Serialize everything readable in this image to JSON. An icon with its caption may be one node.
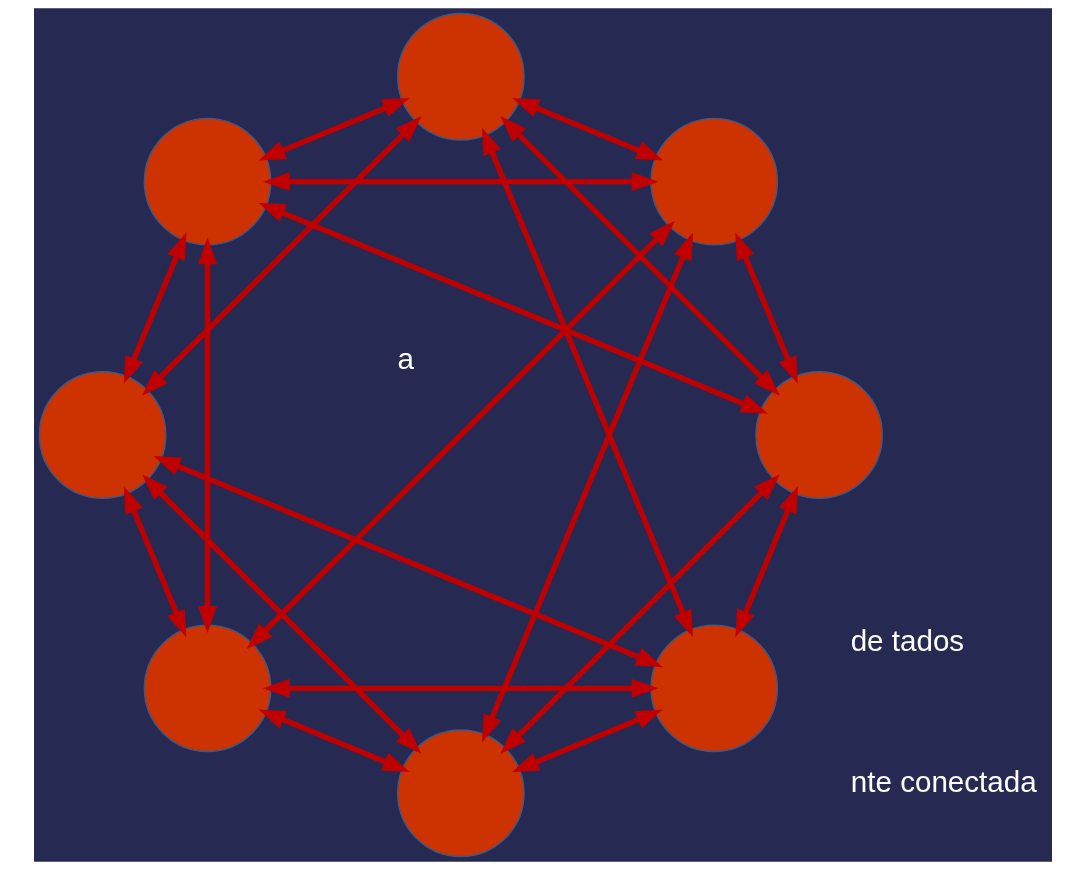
{
  "diagram": {
    "nodes": [
      {
        "text": [],
        "shape": "circle"
      },
      {
        "text": [],
        "shape": "circle"
      },
      {
        "text": [],
        "shape": "circle"
      },
      {
        "text": [],
        "shape": "circle"
      },
      {
        "text": [],
        "shape": "circle"
      },
      {
        "text": [],
        "shape": "circle"
      },
      {
        "text": [],
        "shape": "circle"
      },
      {
        "text": [],
        "shape": "circle"
      }
    ],
    "edges": [
      {
        "from": 0,
        "to": 1,
        "arrow": "both"
      },
      {
        "from": 0,
        "to": 2,
        "arrow": "both"
      },
      {
        "from": 1,
        "to": 2,
        "arrow": "both"
      },
      {
        "from": 1,
        "to": 3,
        "arrow": "both"
      },
      {
        "from": 2,
        "to": 4,
        "arrow": "both"
      },
      {
        "from": 1,
        "to": 5,
        "arrow": "both"
      },
      {
        "from": 2,
        "to": 6,
        "arrow": "both"
      },
      {
        "from": 0,
        "to": 3,
        "arrow": "both"
      },
      {
        "from": 0,
        "to": 4,
        "arrow": "both"
      },
      {
        "from": 0,
        "to": 7,
        "arrow": "both"
      },
      {
        "from": 1,
        "to": 6,
        "arrow": "both"
      },
      {
        "from": 2,
        "to": 5,
        "arrow": "both"
      },
      {
        "from": 3,
        "to": 4,
        "arrow": "both"
      },
      {
        "from": 3,
        "to": 5,
        "arrow": "both"
      },
      {
        "from": 4,
        "to": 6,
        "arrow": "both"
      },
      {
        "from": 3,
        "to": 7,
        "arrow": "both"
      },
      {
        "from": 4,
        "to": 7,
        "arrow": "both"
      },
      {
        "from": 5,
        "to": 6,
        "arrow": "both"
      },
      {
        "from": 5,
        "to": 7,
        "arrow": "both"
      },
      {
        "from": 6,
        "to": 7,
        "arrow": "both"
      }
    ],
    "labels": [
      "a",
      "de tados",
      "nte conectada"
    ]
  }
}
